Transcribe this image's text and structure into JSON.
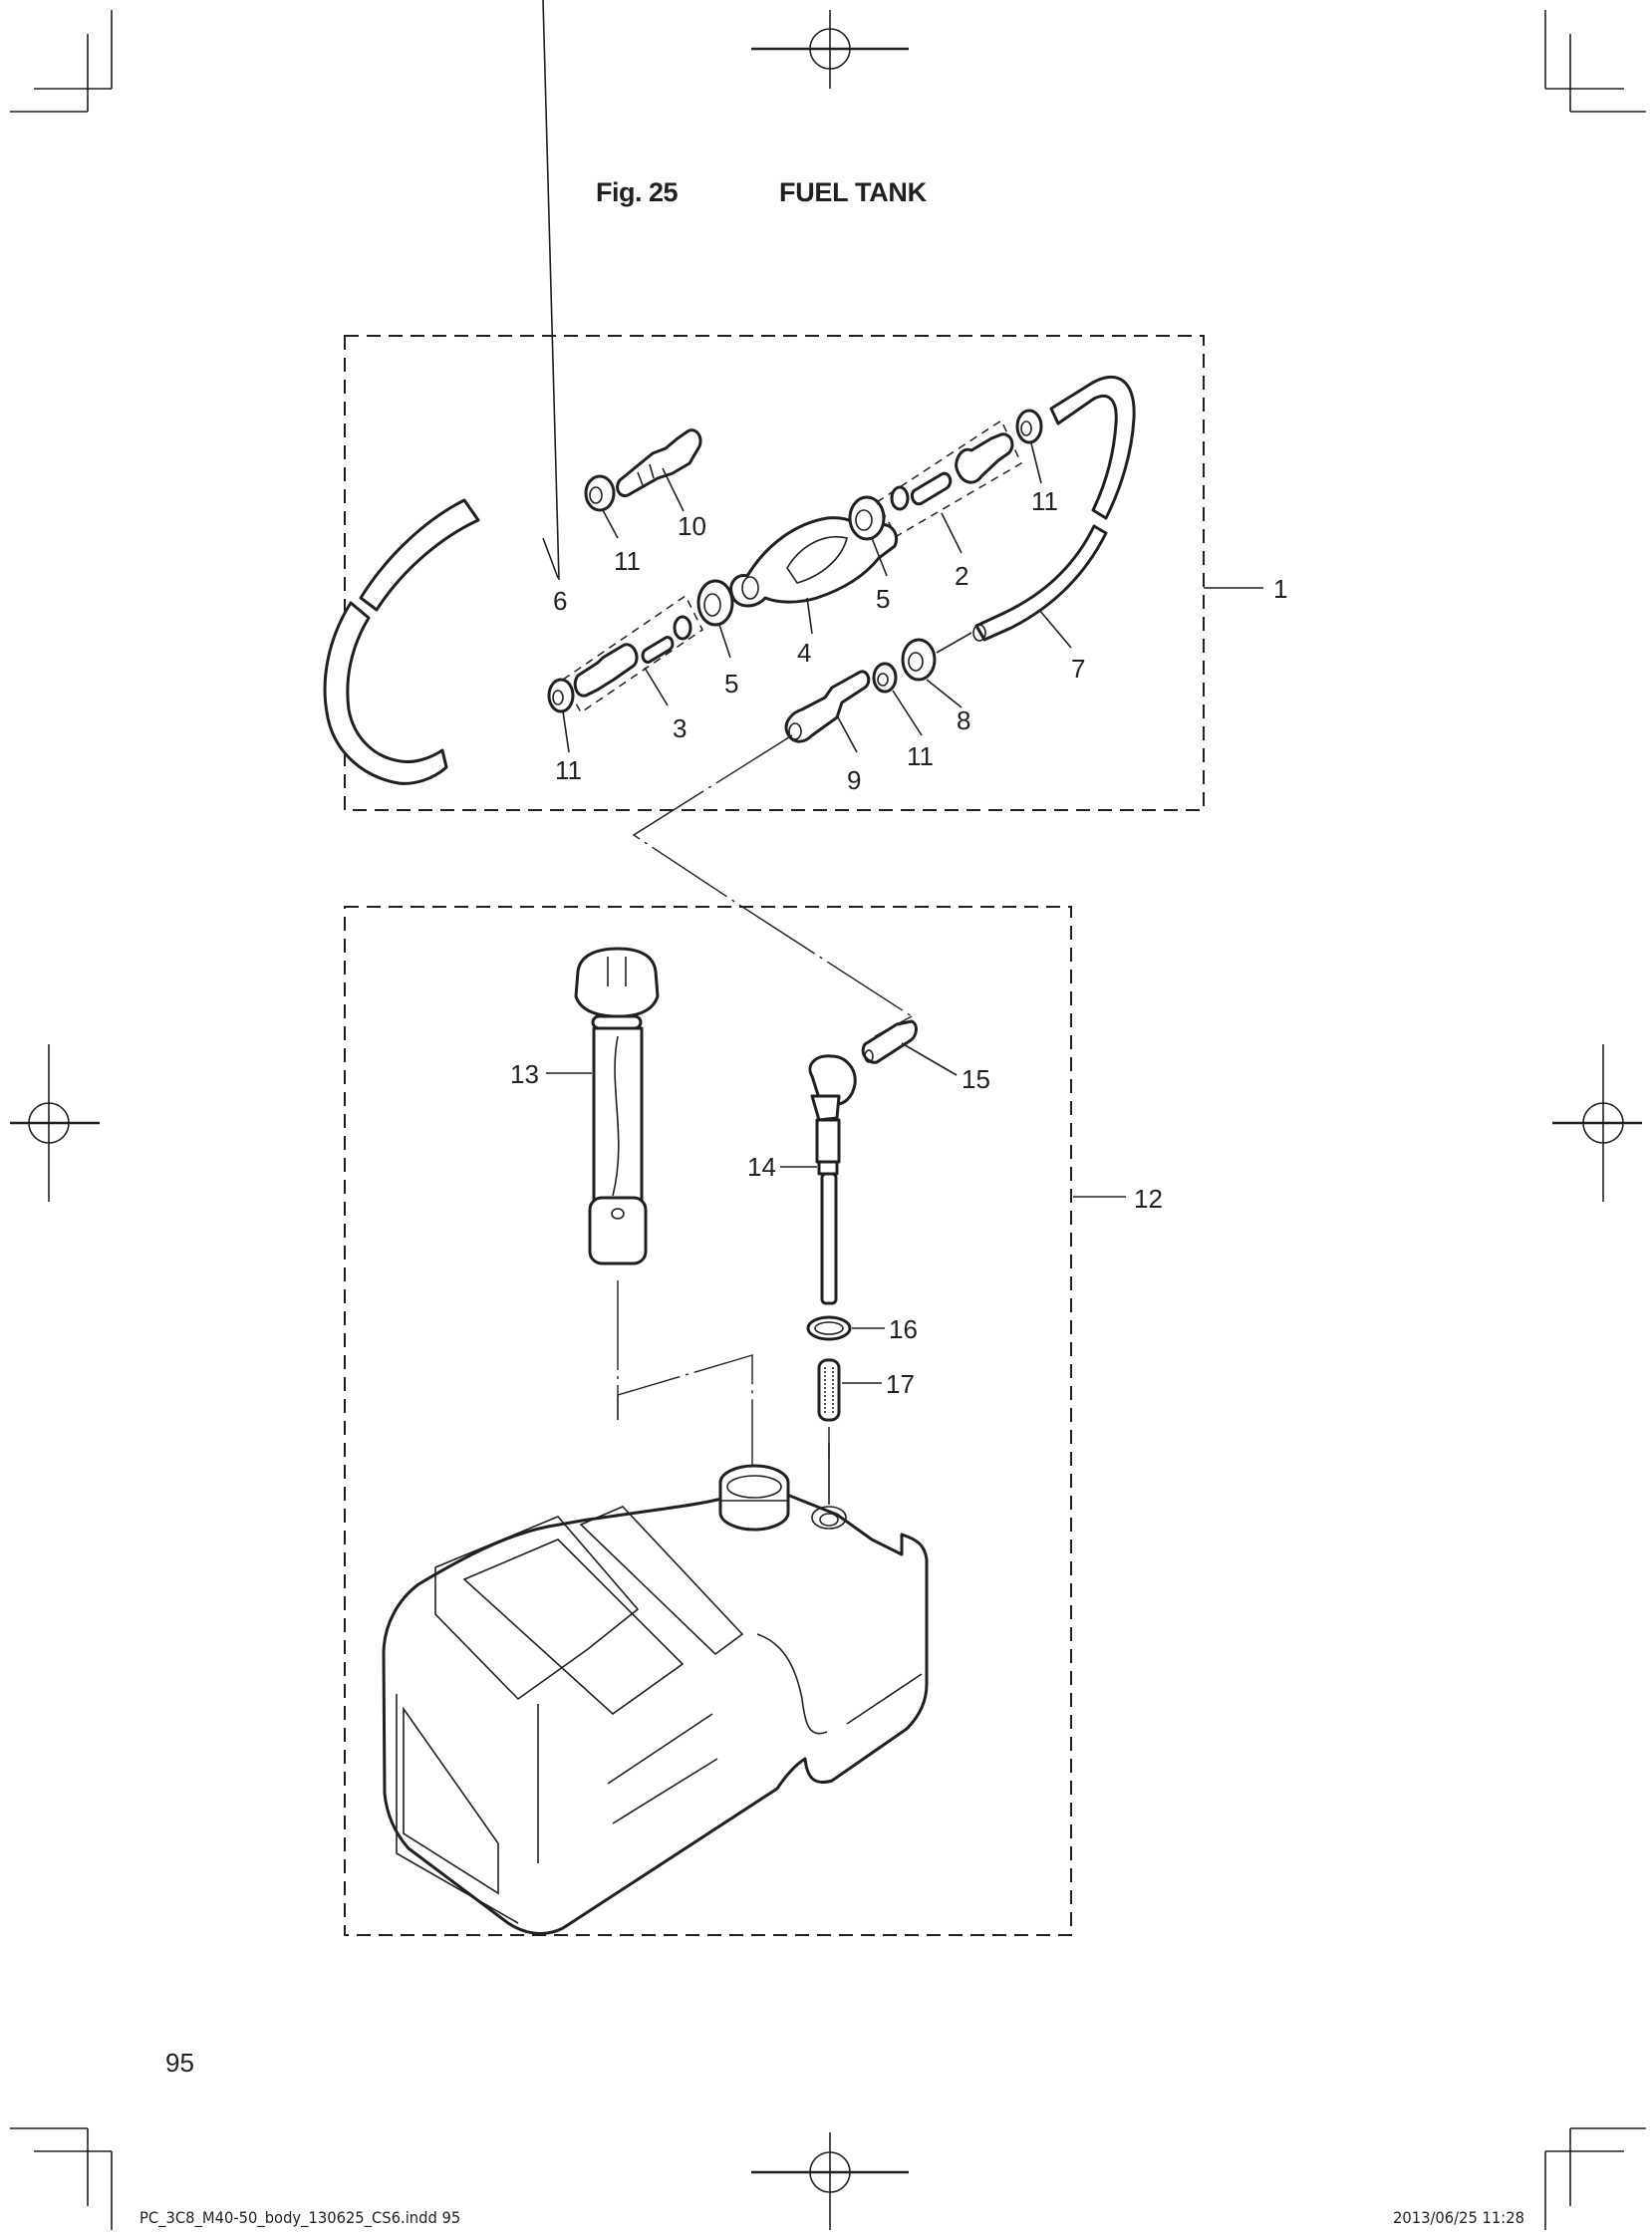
{
  "header": {
    "figure_number": "Fig. 25",
    "figure_title": "FUEL TANK"
  },
  "diagram": {
    "assemblies": [
      {
        "callout": "1",
        "description": "fuel hose assembly (dashed group)"
      },
      {
        "callout": "12",
        "description": "fuel tank assembly (dashed group)"
      }
    ],
    "callouts": {
      "c1": "1",
      "c2": "2",
      "c3": "3",
      "c4": "4",
      "c5a": "5",
      "c5b": "5",
      "c6": "6",
      "c7": "7",
      "c8": "8",
      "c9": "9",
      "c10": "10",
      "c11a": "11",
      "c11b": "11",
      "c11c": "11",
      "c11d": "11",
      "c12": "12",
      "c13": "13",
      "c14": "14",
      "c15": "15",
      "c16": "16",
      "c17": "17"
    }
  },
  "footer": {
    "page_number": "95",
    "slug_file": "PC_3C8_M40-50_body_130625_CS6.indd   95",
    "slug_date": "2013/06/25   11:28"
  },
  "colors": {
    "ink": "#231f20",
    "paper": "#ffffff"
  }
}
